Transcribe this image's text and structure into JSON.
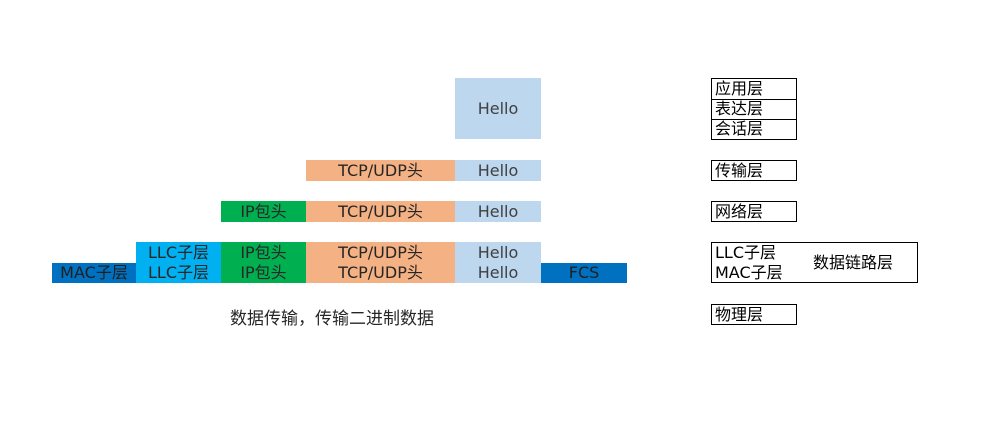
{
  "payload": "Hello",
  "headers": {
    "tcp_udp": "TCP/UDP头",
    "ip": "IP包头",
    "llc": "LLC子层",
    "mac": "MAC子层",
    "fcs": "FCS"
  },
  "caption": "数据传输，传输二进制数据",
  "layers": {
    "application": "应用层",
    "presentation": "表达层",
    "session": "会话层",
    "transport": "传输层",
    "network": "网络层",
    "llc_sublayer": "LLC子层",
    "mac_sublayer": "MAC子层",
    "data_link": "数据链路层",
    "physical": "物理层"
  }
}
